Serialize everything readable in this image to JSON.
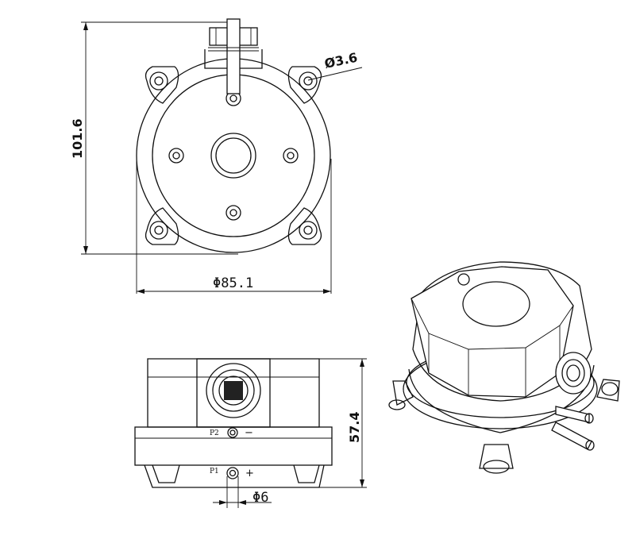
{
  "dimensions": {
    "height": "101.6",
    "diameter": "Φ85.1",
    "hole": "Ø3.6",
    "depth": "57.4",
    "port": "Φ6"
  },
  "ports": {
    "p2_label": "P2",
    "p2_sign": "−",
    "p1_label": "P1",
    "p1_sign": "+"
  }
}
